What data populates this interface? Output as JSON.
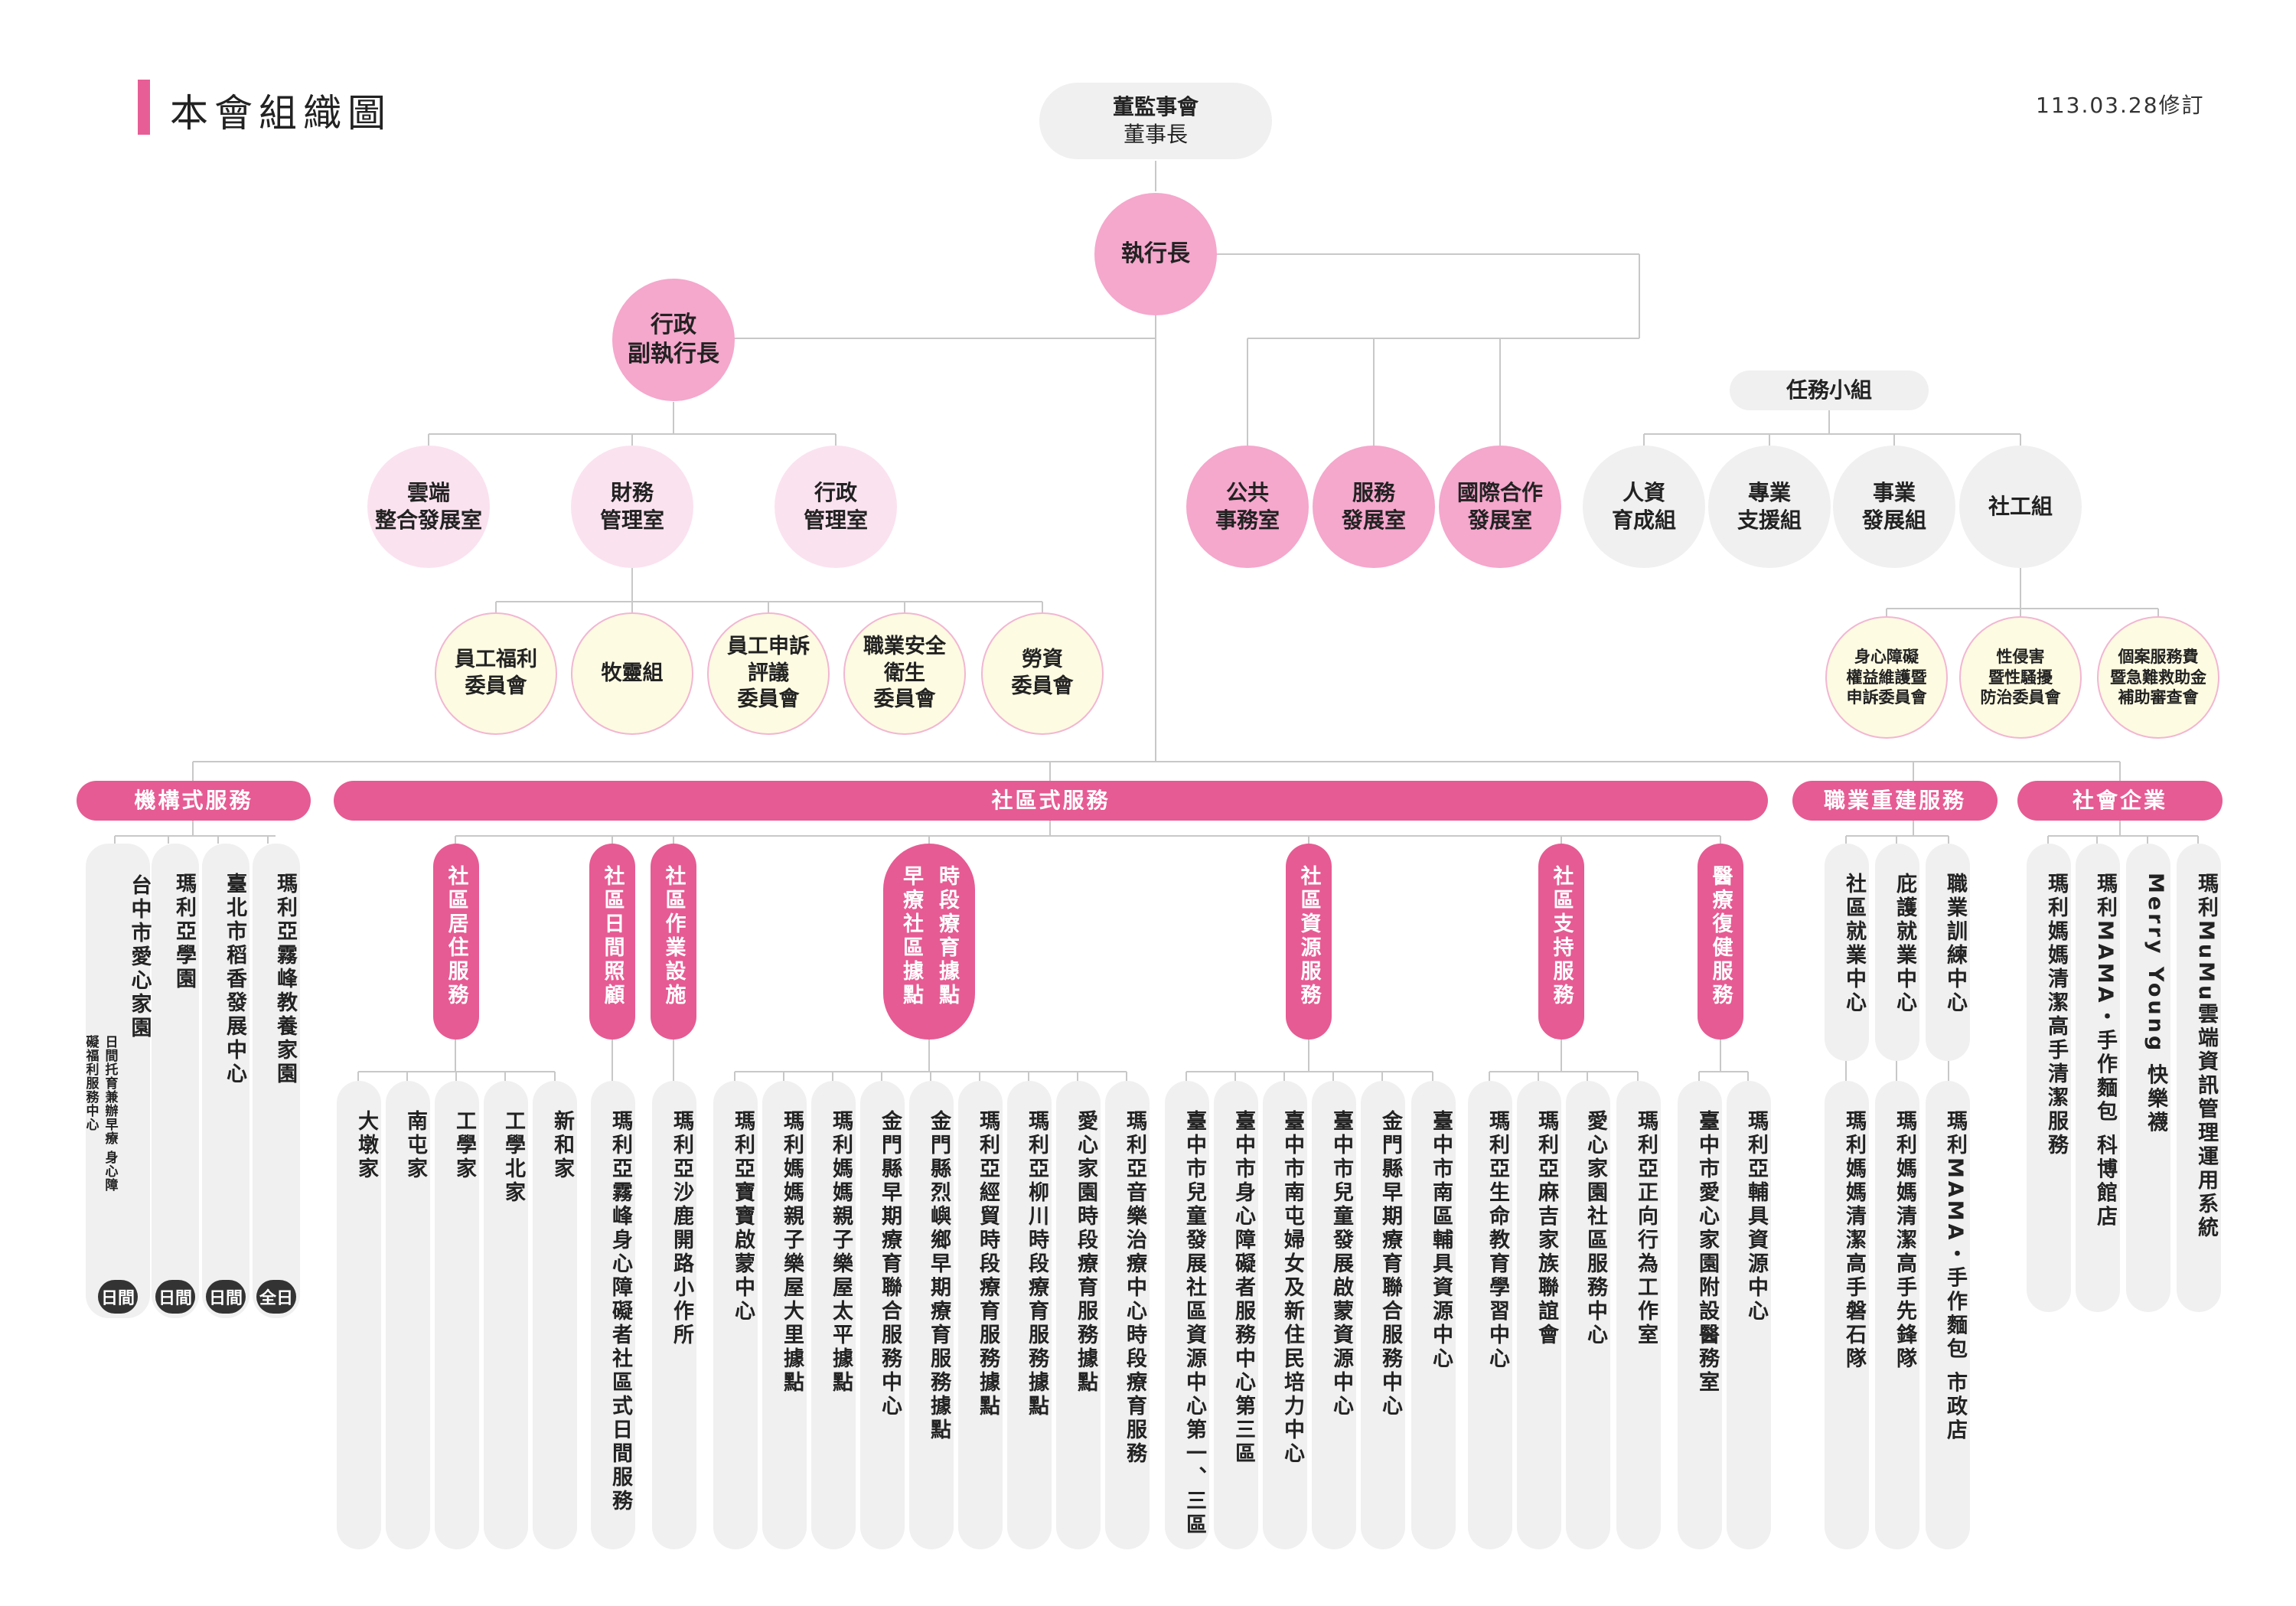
{
  "header": {
    "title": "本會組織圖",
    "revision": "113.03.28修訂"
  },
  "top": {
    "board_line1": "董監事會",
    "board_line2": "董事長",
    "ceo": "執行長",
    "vice_line1": "行政",
    "vice_line2": "副執行長",
    "task_group": "任務小組"
  },
  "admin_offices": [
    [
      "雲端",
      "整合發展室"
    ],
    [
      "財務",
      "管理室"
    ],
    [
      "行政",
      "管理室"
    ]
  ],
  "committees": [
    [
      "員工福利",
      "委員會"
    ],
    [
      "牧靈組"
    ],
    [
      "員工申訴",
      "評議",
      "委員會"
    ],
    [
      "職業安全",
      "衛生",
      "委員會"
    ],
    [
      "勞資",
      "委員會"
    ]
  ],
  "ceo_offices": [
    [
      "公共",
      "事務室"
    ],
    [
      "服務",
      "發展室"
    ],
    [
      "國際合作",
      "發展室"
    ]
  ],
  "task_units": [
    [
      "人資",
      "育成組"
    ],
    [
      "專業",
      "支援組"
    ],
    [
      "事業",
      "發展組"
    ],
    [
      "社工組"
    ]
  ],
  "social_committees": [
    [
      "身心障礙",
      "權益維護暨",
      "申訴委員會"
    ],
    [
      "性侵害",
      "暨性騷擾",
      "防治委員會"
    ],
    [
      "個案服務費",
      "暨急難救助金",
      "補助審查會"
    ]
  ],
  "bars": {
    "institution": "機構式服務",
    "community": "社區式服務",
    "vocational": "職業重建服務",
    "social_enterprise": "社會企業"
  },
  "institution_units": [
    {
      "name": "台中市愛心家園",
      "sub": "日間托育兼辦早療 身心障礙福利服務中心",
      "badge": "日間"
    },
    {
      "name": "瑪利亞學園",
      "badge": "日間"
    },
    {
      "name": "臺北市稻香發展中心",
      "badge": "日間"
    },
    {
      "name": "瑪利亞霧峰教養家園",
      "badge": "全日"
    }
  ],
  "community_groups": [
    {
      "label": [
        "社區居住服務"
      ],
      "units": [
        "大墩家",
        "南屯家",
        "工學家",
        "工學北家",
        "新和家"
      ]
    },
    {
      "label": [
        "社區日間照顧"
      ],
      "units": [
        "瑪利亞霧峰身心障礙者社區式日間服務"
      ]
    },
    {
      "label": [
        "社區作業設施"
      ],
      "units": [
        "瑪利亞沙鹿開路小作所"
      ]
    },
    {
      "label": [
        "時段療育據點",
        "早療社區據點"
      ],
      "units": [
        "瑪利亞寶寶啟蒙中心",
        "瑪利媽媽親子樂屋大里據點",
        "瑪利媽媽親子樂屋太平據點",
        "金門縣早期療育聯合服務中心",
        "金門縣烈嶼鄉早期療育服務據點",
        "瑪利亞經貿時段療育服務據點",
        "瑪利亞柳川時段療育服務據點",
        "愛心家園時段療育服務據點",
        "瑪利亞音樂治療中心時段療育服務"
      ]
    },
    {
      "label": [
        "社區資源服務"
      ],
      "units": [
        "臺中市兒童發展社區資源中心第一、三區",
        "臺中市身心障礙者服務中心第三區",
        "臺中市南屯婦女及新住民培力中心",
        "臺中市兒童發展啟蒙資源中心",
        "金門縣早期療育聯合服務中心",
        "臺中市南區輔具資源中心"
      ]
    },
    {
      "label": [
        "社區支持服務"
      ],
      "units": [
        "瑪利亞生命教育學習中心",
        "瑪利亞麻吉家族聯誼會",
        "愛心家園社區服務中心",
        "瑪利亞正向行為工作室"
      ]
    },
    {
      "label": [
        "醫療復健服務"
      ],
      "units": [
        "臺中市愛心家園附設醫務室",
        "瑪利亞輔具資源中心"
      ]
    }
  ],
  "vocational_units": [
    {
      "name": "社區就業中心",
      "sub": "瑪利媽媽清潔高手磐石隊"
    },
    {
      "name": "庇護就業中心",
      "sub": "瑪利媽媽清潔高手先鋒隊"
    },
    {
      "name": "職業訓練中心",
      "sub": "瑪利MAMA・手作麵包 市政店"
    }
  ],
  "enterprise_units": [
    "瑪利媽媽清潔高手清潔服務",
    "瑪利MAMA・手作麵包 科博館店",
    "Merry Young 快樂襪",
    "瑪利MuMu雲端資訊管理運用系統"
  ],
  "colors": {
    "pink": "#e65b93",
    "light_pink": "#f5a7cc",
    "pale_pink": "#fbe2ef",
    "grey": "#f0f0f0",
    "cream": "#fdfbe2"
  }
}
